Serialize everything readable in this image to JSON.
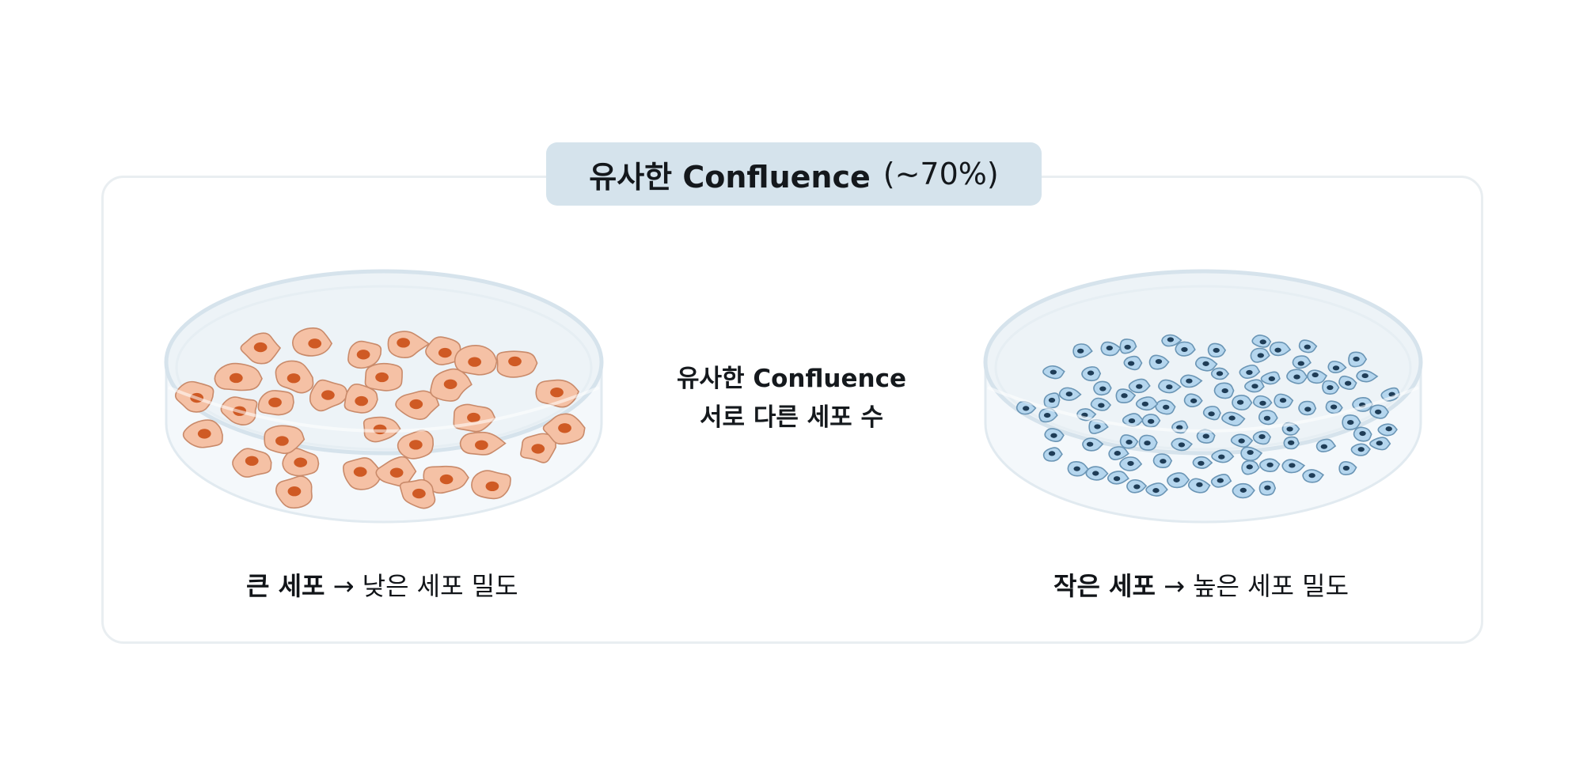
{
  "title": {
    "label": "유사한 Confluence",
    "value": "(~70%)"
  },
  "center_note": {
    "line1": "유사한 Confluence",
    "line2": "서로 다른 세포 수"
  },
  "left_dish": {
    "caption_bold": "큰 세포",
    "arrow": "→",
    "caption_rest": "낮은 세포 밀도",
    "cell_color": "#f5c1a5",
    "cell_outline": "#c98a6a",
    "nucleus_color": "#cf5a24"
  },
  "right_dish": {
    "caption_bold": "작은 세포",
    "arrow": "→",
    "caption_rest": "높은 세포 밀도",
    "cell_color": "#b5d6ee",
    "cell_outline": "#6a95b5",
    "nucleus_color": "#1f3d57"
  },
  "dish_colors": {
    "rim": "#dbe6ee",
    "inner": "#eef4f8",
    "fill": "#f4f8fb"
  }
}
